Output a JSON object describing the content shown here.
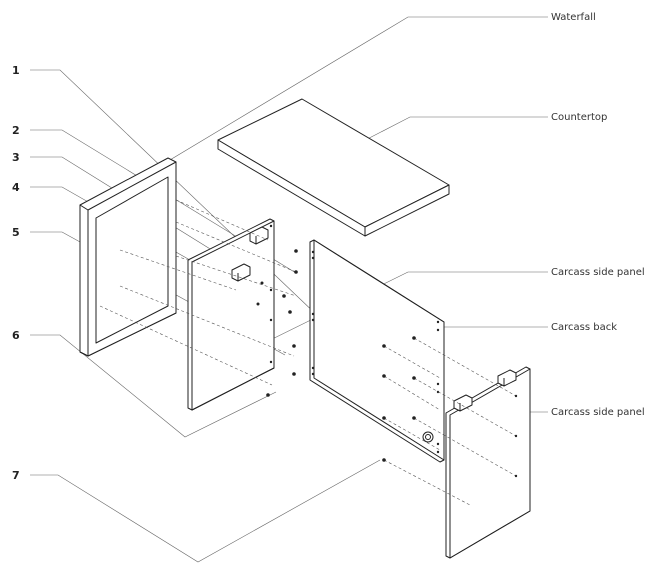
{
  "labels": {
    "waterfall": "Waterfall",
    "countertop": "Countertop",
    "carcass_side_panel_top": "Carcass side panel",
    "carcass_back": "Carcass back",
    "carcass_side_panel_bottom": "Carcass side panel"
  },
  "numbers": [
    "1",
    "2",
    "3",
    "4",
    "5",
    "6",
    "7"
  ],
  "colors": {
    "ink": "#222222",
    "leader": "#666666",
    "background": "#ffffff"
  }
}
